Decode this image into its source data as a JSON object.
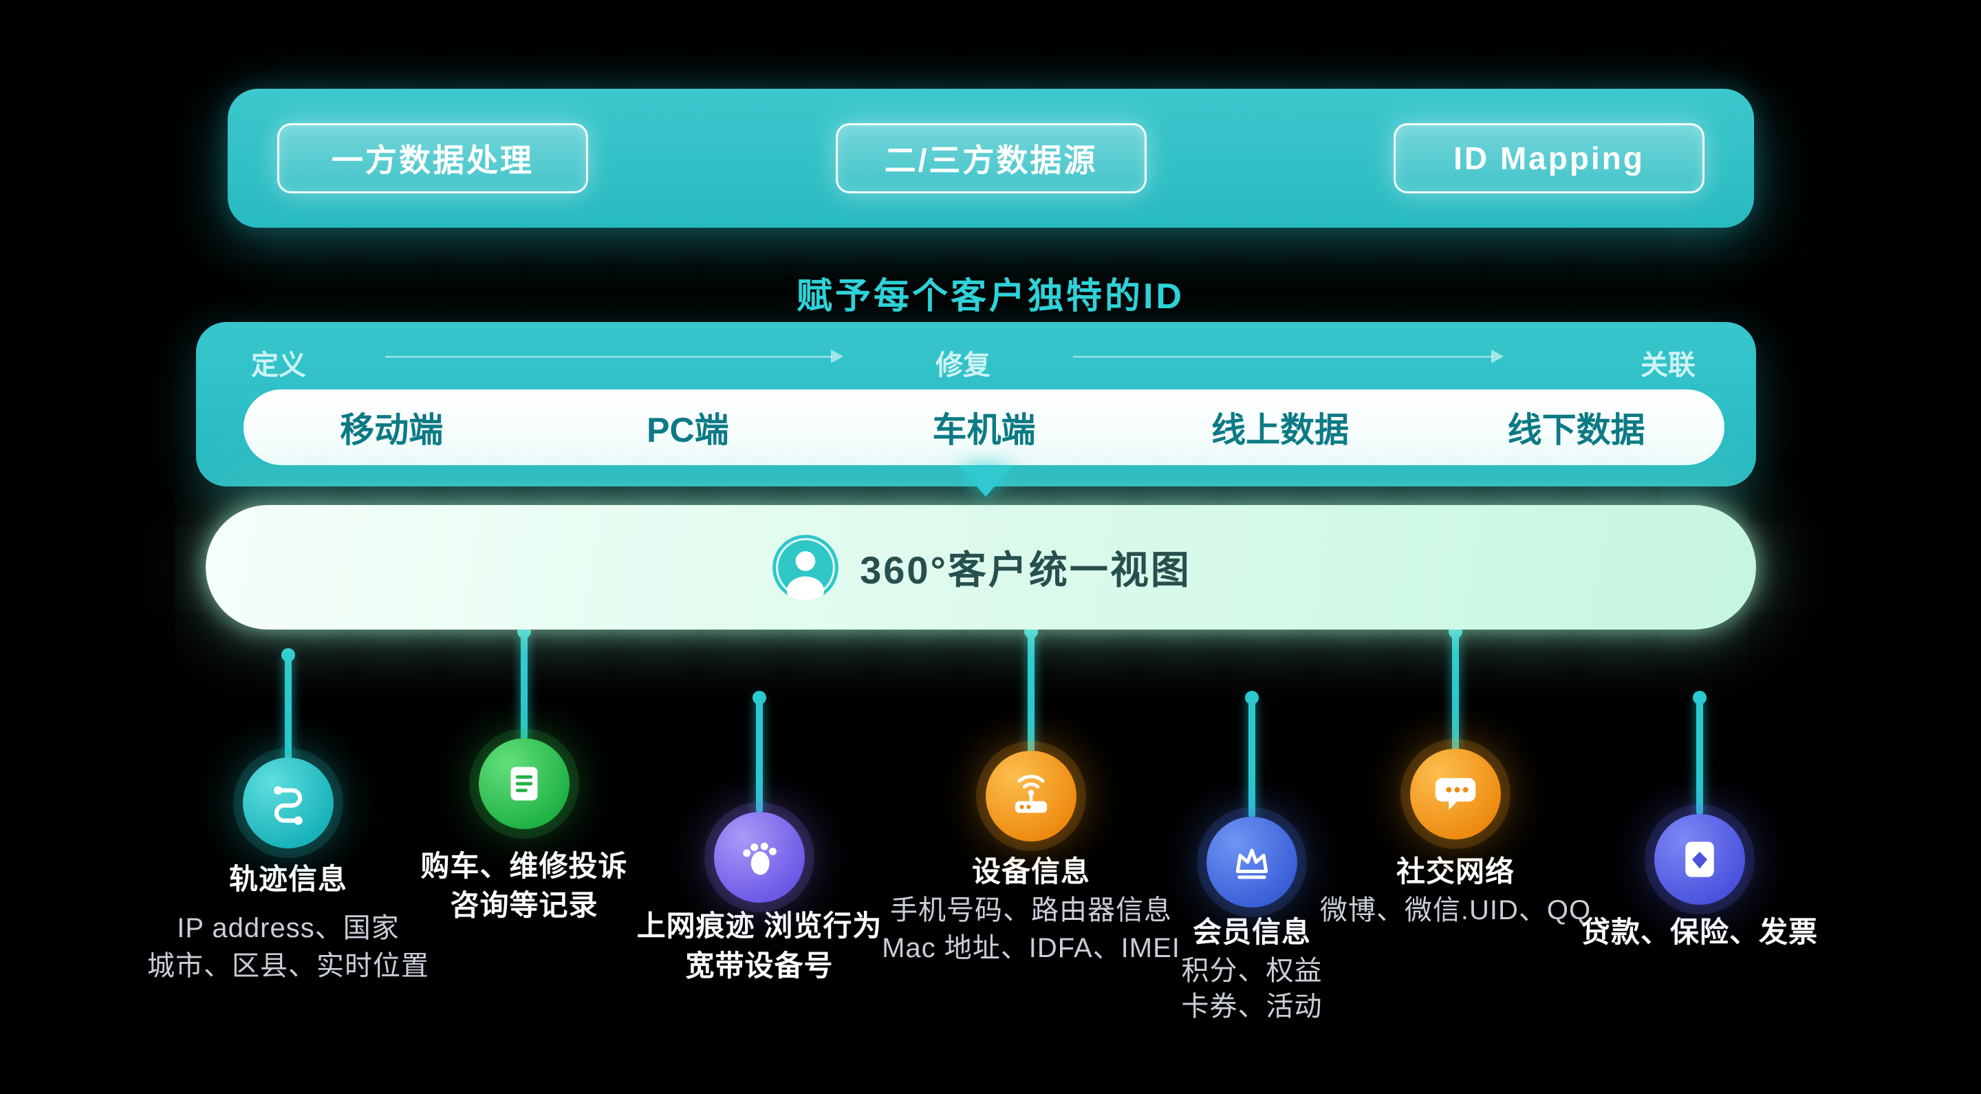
{
  "palette": {
    "background": "#000000",
    "teal_container": "#2fc3c9",
    "heading_text": "#2fd3d8",
    "channel_text": "#0c7a85",
    "mint_bar_from": "#f4fff9",
    "mint_bar_to": "#c6f6e0",
    "unified_text": "#274f4d",
    "connector": "#2bc9cf",
    "desc_text": "#c9ced8"
  },
  "top_bar": {
    "pills": [
      {
        "label": "一方数据处理"
      },
      {
        "label": "二/三方数据源"
      },
      {
        "label": "ID Mapping"
      }
    ]
  },
  "heading": "赋予每个客户独特的ID",
  "id_process": {
    "stages": [
      "定义",
      "修复",
      "关联"
    ],
    "channels": [
      "移动端",
      "PC端",
      "车机端",
      "线上数据",
      "线下数据"
    ]
  },
  "unified_view": {
    "icon": "user-avatar-icon",
    "label": "360°客户统一视图"
  },
  "sources": [
    {
      "icon": "route-icon",
      "color": "#23c3c3",
      "title": "轨迹信息",
      "desc1": "IP address、国家",
      "desc2": "城市、区县、实时位置"
    },
    {
      "icon": "document-icon",
      "color": "#2fc250",
      "title": "购车、维修投诉",
      "title2": "咨询等记录"
    },
    {
      "icon": "footprint-icon",
      "color": "#7f6ef0",
      "title": "上网痕迹  浏览行为",
      "title2": "宽带设备号"
    },
    {
      "icon": "router-icon",
      "color": "#f59b1e",
      "title": "设备信息",
      "desc1": "手机号码、路由器信息",
      "desc2": "Mac 地址、IDFA、IMEI"
    },
    {
      "icon": "crown-icon",
      "color": "#4a74e8",
      "title": "会员信息",
      "desc1": "积分、权益",
      "desc2": "卡券、活动"
    },
    {
      "icon": "chat-icon",
      "color": "#f59b1e",
      "title": "社交网络",
      "desc1": "微博、微信.UID、QQ"
    },
    {
      "icon": "finance-icon",
      "color": "#5b63ea",
      "title": "贷款、保险、发票"
    }
  ]
}
